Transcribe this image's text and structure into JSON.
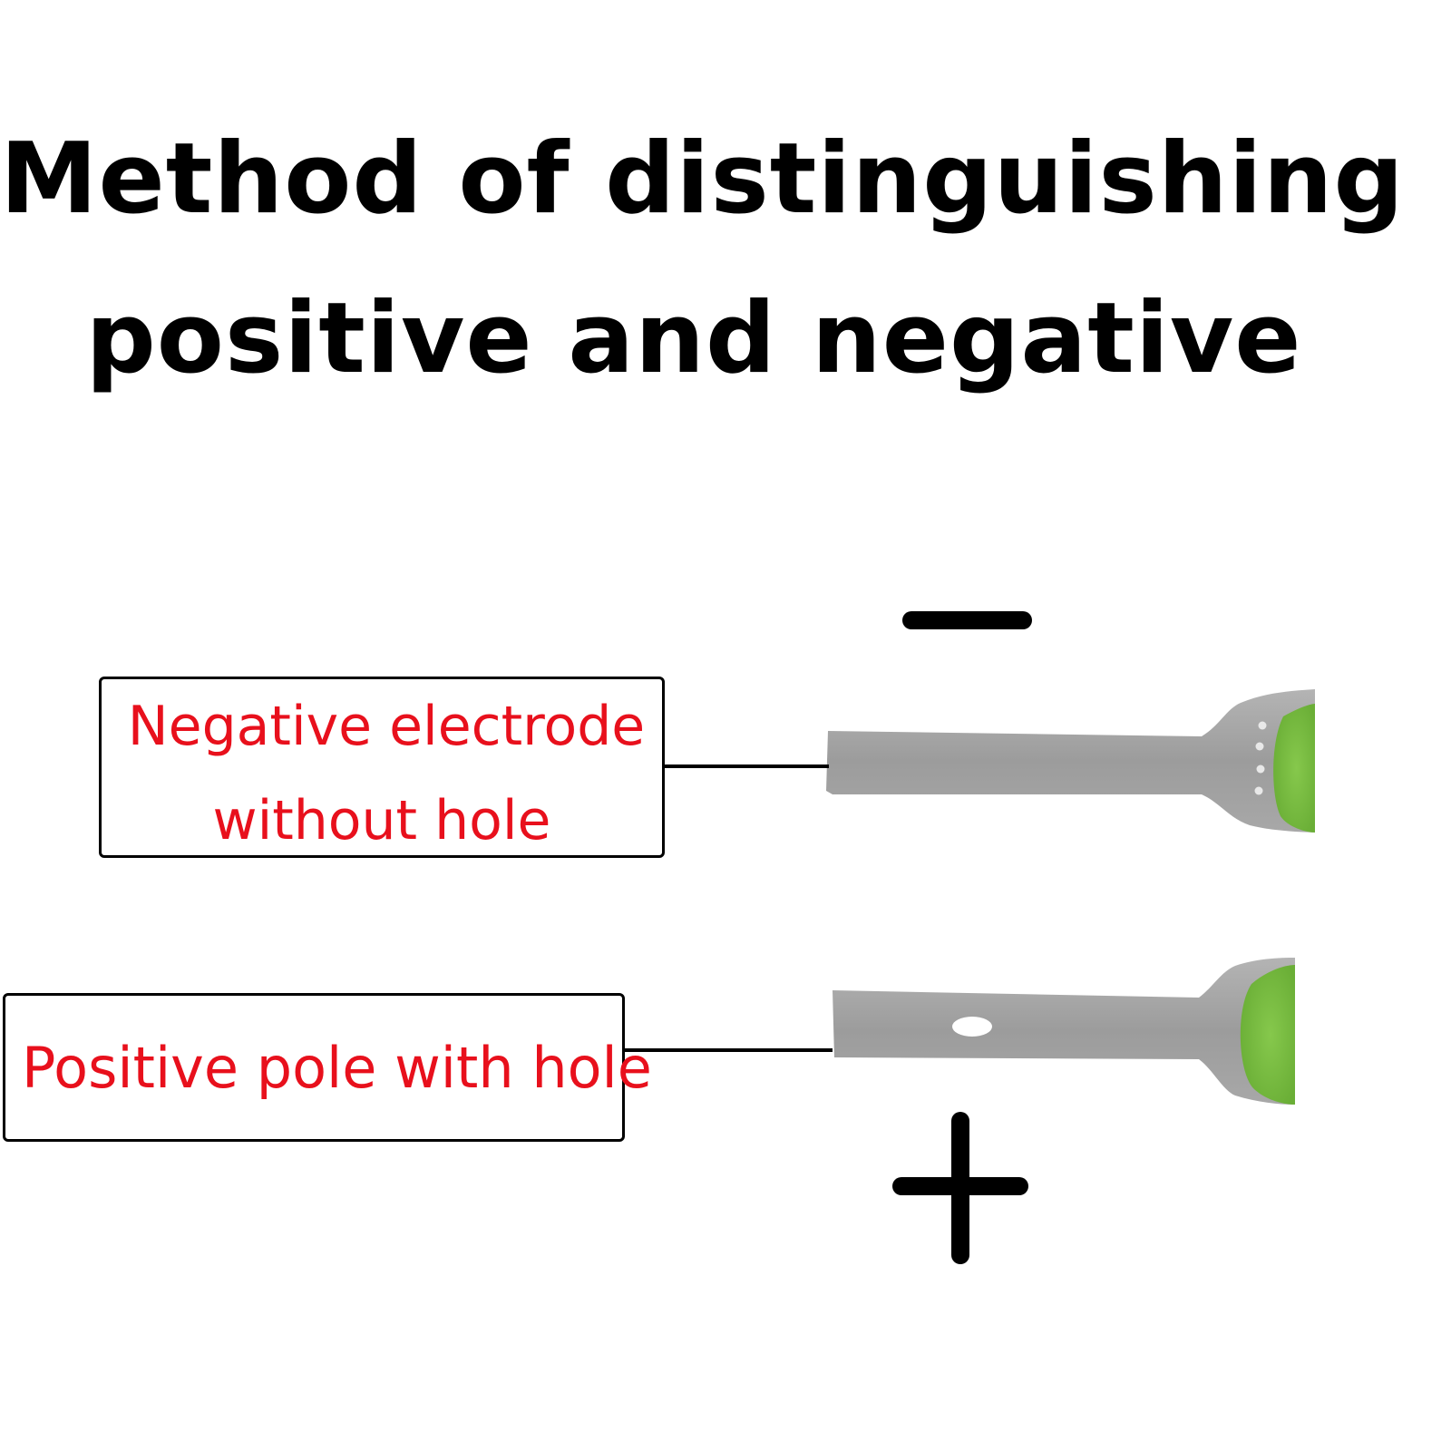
{
  "title": {
    "line1": "Method of distinguishing",
    "line2": "positive and negative"
  },
  "labels": {
    "negative_line1": "Negative electrode",
    "negative_line2": "without hole",
    "positive": "Positive pole with hole"
  },
  "symbols": {
    "minus": "minus-sign",
    "plus": "plus-sign"
  },
  "colors": {
    "label_text": "#e8101c",
    "metal": "#a3a3a3",
    "led_green": "#7cc242",
    "text": "#000000"
  }
}
